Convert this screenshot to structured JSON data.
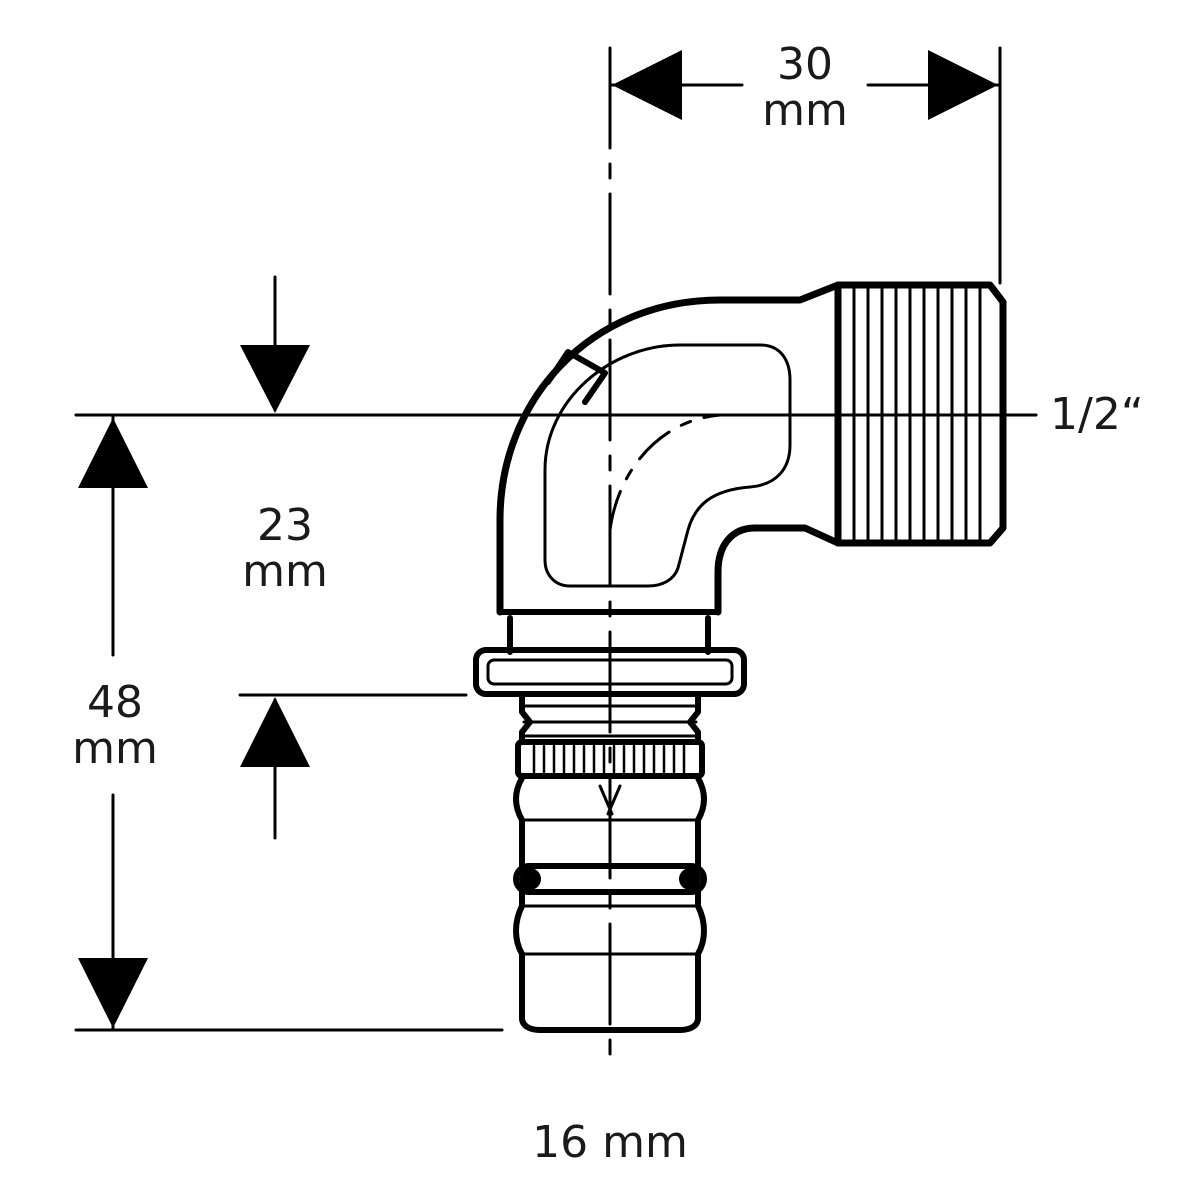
{
  "dimensions": {
    "width_top": {
      "value": "30",
      "unit": "mm"
    },
    "offset": {
      "value": "23",
      "unit": "mm"
    },
    "height_total": {
      "value": "48",
      "unit": "mm"
    },
    "pipe": {
      "label": "16 mm"
    },
    "thread": {
      "label": "1/2“"
    }
  },
  "colors": {
    "line": "#000000",
    "text": "#1a1a1a",
    "background": "#ffffff"
  }
}
